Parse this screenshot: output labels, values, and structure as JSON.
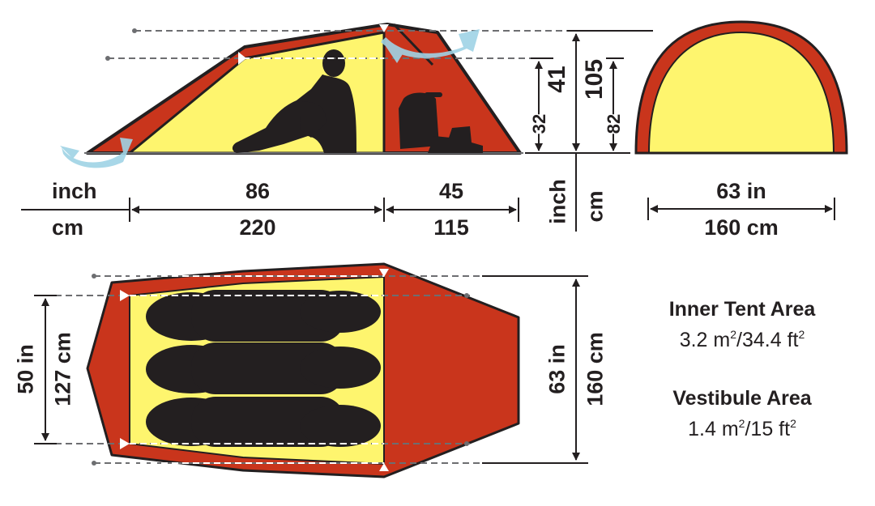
{
  "title": "Tent dimensions diagram",
  "colors": {
    "outer_fly": "#c9351c",
    "inner_tent": "#fef56e",
    "outline": "#231f20",
    "ventilation_arrow": "#9fd3e5",
    "dashed_guide": "#6d6e71"
  },
  "side_view": {
    "unit_labels": {
      "inch": "inch",
      "cm": "cm"
    },
    "length_inner": {
      "inch": "86",
      "cm": "220"
    },
    "length_vestibule": {
      "inch": "45",
      "cm": "115"
    },
    "height_labels_rotated": {
      "inch": "inch",
      "cm": "cm"
    },
    "inner_height": {
      "inch": "32",
      "cm": "82"
    },
    "total_height": {
      "inch": "41",
      "cm": "105"
    },
    "icons": [
      "person-sitting-icon",
      "backpack-icon",
      "boots-icon",
      "ventilation-arrow-icon"
    ]
  },
  "end_view": {
    "width": {
      "inch": "63 in",
      "cm": "160 cm"
    }
  },
  "floor_plan": {
    "inner_width": {
      "inch": "50 in",
      "cm": "127 cm"
    },
    "total_width": {
      "inch": "63 in",
      "cm": "160 cm"
    },
    "sleeping_bag_count": 3
  },
  "areas": [
    {
      "title": "Inner Tent Area",
      "value_m": "3.2 m",
      "value_ft": "/34.4 ft"
    },
    {
      "title": "Vestibule Area",
      "value_m": "1.4 m",
      "value_ft": "/15 ft"
    }
  ],
  "superscript": "2"
}
